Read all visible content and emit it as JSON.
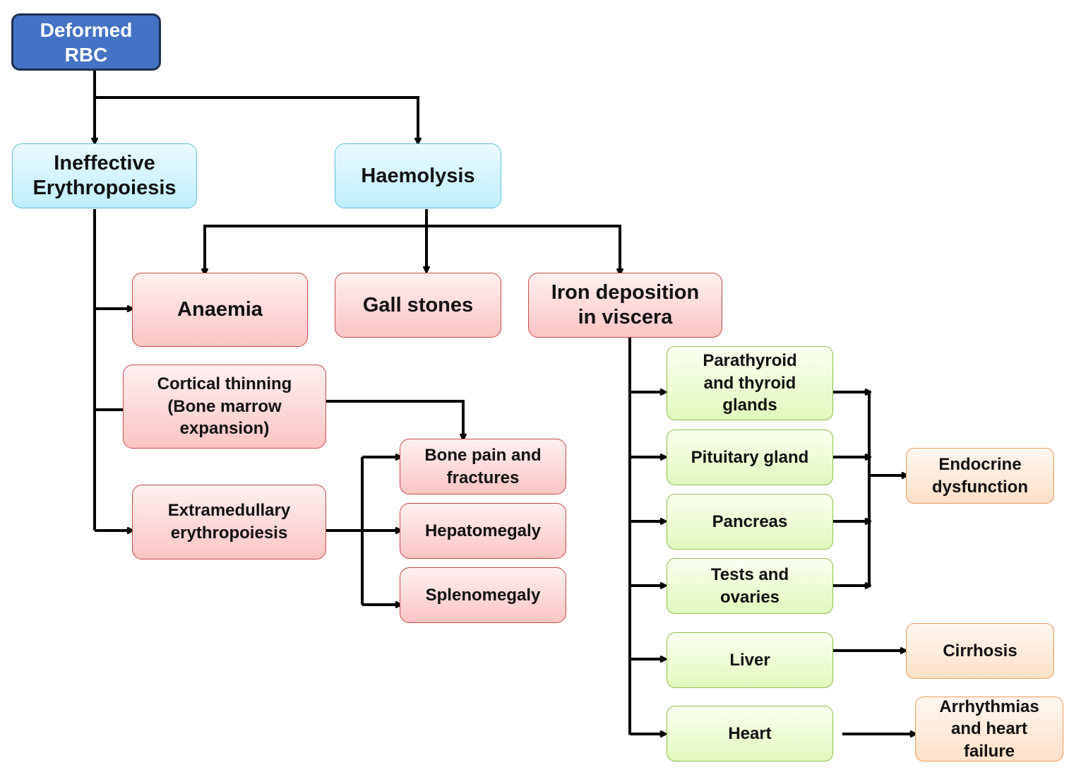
{
  "nodes": {
    "deformed_rbc": "Deformed\nRBC",
    "ineffective_erythropoiesis": "Ineffective\nErythropoiesis",
    "haemolysis": "Haemolysis",
    "anaemia": "Anaemia",
    "gall_stones": "Gall stones",
    "iron_deposition": "Iron deposition\nin viscera",
    "cortical_thinning": "Cortical thinning\n(Bone marrow\nexpansion)",
    "extramedullary": "Extramedullary\nerythropoiesis",
    "bone_pain": "Bone pain and\nfractures",
    "hepatomegaly": "Hepatomegaly",
    "splenomegaly": "Splenomegaly",
    "parathyroid": "Parathyroid\nand thyroid\nglands",
    "pituitary": "Pituitary gland",
    "pancreas": "Pancreas",
    "tests_ovaries": "Tests and\novaries",
    "liver": "Liver",
    "heart": "Heart",
    "endocrine": "Endocrine\ndysfunction",
    "cirrhosis": "Cirrhosis",
    "arrhythmias": "Arrhythmias\nand heart\nfailure"
  },
  "colors": {
    "root": "#4472c4",
    "level1": "#bfeefc",
    "consequence": "#fbc4c4",
    "organ": "#e2f8bd",
    "outcome": "#fde0c8",
    "connector": "#000000"
  }
}
